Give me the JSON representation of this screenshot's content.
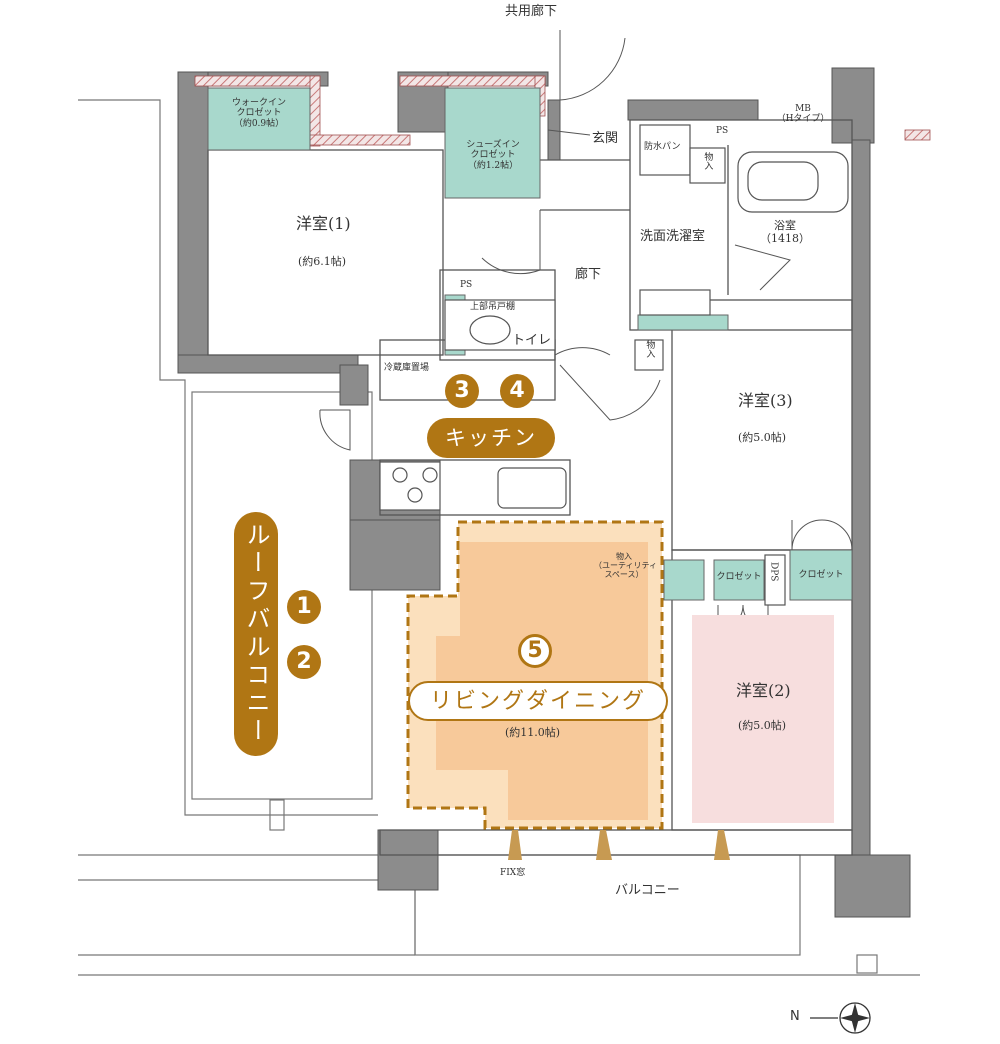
{
  "colors": {
    "wall": "#8a8a8a",
    "wall_dark": "#555555",
    "storage": "#a8d8cc",
    "ldk": "#f7c99a",
    "ldk_light": "#fbe0bd",
    "bedroom2": "#f7dede",
    "accent": "#b07614",
    "hatch": "#c87878"
  },
  "labels": {
    "corridor_shared": "共用廊下",
    "walkin_closet": "ウォークイン\nクロゼット\n（約0.9帖）",
    "shoes_closet": "シューズイン\nクロゼット\n（約1.2帖）",
    "entrance": "玄関",
    "bousui_pan": "防水パン",
    "ps_top": "PS",
    "mb": "MB\n（Hタイプ）",
    "storage_small_1": "物入",
    "washroom": "洗面洗濯室",
    "bath": "浴室\n（1418）",
    "room1": "洋室(1)",
    "room1_size": "(約6.1帖)",
    "hallway": "廊下",
    "ps_toilet": "PS",
    "upper_shelf": "上部吊戸棚",
    "toilet": "トイレ",
    "storage_small_2": "物入",
    "fridge": "冷蔵庫置場",
    "kitchen": "キッチン",
    "room3": "洋室(3)",
    "room3_size": "(約5.0帖)",
    "utility_storage": "物入\n（ユーティリティ\nスペース）",
    "closet_a": "クロゼット",
    "dps": "DPS",
    "closet_b": "クロゼット",
    "roof_balcony": "ルーフバルコニー",
    "living_dining": "リビングダイニング",
    "living_size": "(約11.0帖)",
    "room2": "洋室(2)",
    "room2_size": "(約5.0帖)",
    "fix_window": "FIX窓",
    "balcony": "バルコニー",
    "north": "N"
  },
  "badges": {
    "b1": "1",
    "b2": "2",
    "b3": "3",
    "b4": "4",
    "b5": "5"
  }
}
